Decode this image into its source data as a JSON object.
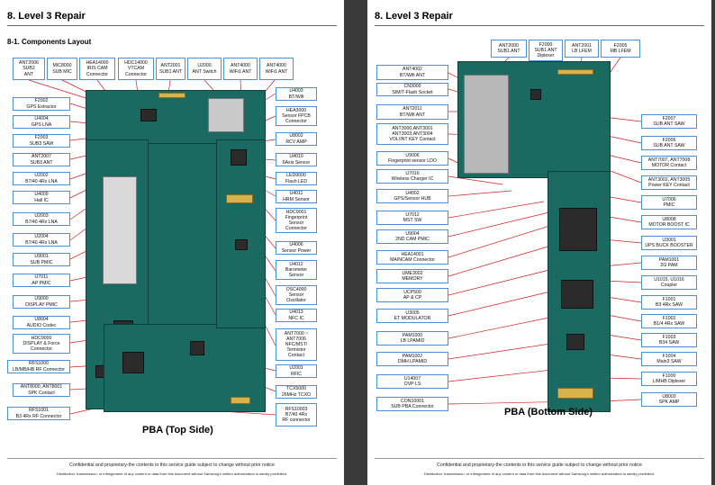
{
  "left_page": {
    "section_title": "8. Level 3 Repair",
    "subsection_title": "8-1. Components Layout",
    "caption": "PBA (Top Side)",
    "top_labels": [
      "ANT2006\nSUB2\nANT",
      "MIC8000\nSUB MIC",
      "HEA14000\nIRIS CAM\nConnector",
      "HDC14000\nVTCAM\nConnector",
      "ANT2001\nSUB1 ANT",
      "U2000\nANT Switch",
      "ANT4000\nWiFi1 ANT",
      "ANT4000\nWiFi1 ANT"
    ],
    "left_labels": [
      "F2002\nGPS Extractor",
      "U4004\nGPS LNA",
      "F2003\nSUB3 SAW",
      "ANT2007\nSUB3 ANT",
      "U2002\nB7/40 4Rx LNA",
      "U4009\nHall IC",
      "U2003\nB7/40 4Rx LNA",
      "U2004\nB7/40 4Rx LNA",
      "U9001\nSUB PMIC",
      "U7011\nAP PMIC",
      "U9000\nDISPLAY PMIC",
      "U8004\nAUDIO Codec",
      "HDC9000\nDISPLAY & Force\nConnector",
      "RFS1000\nLB/MB/HB RF Connector",
      "ANT8000, ANT8001\nSPK Contact",
      "RFS1001\nB3 4Rx RF Connector"
    ],
    "right_labels": [
      "U4003\nBT/Wifi",
      "HEA3000\nSensor FPCB\nConnector",
      "U8002\nRCV AMP",
      "U4010\n6Axis Sensor",
      "LED9000\nFlash LED",
      "U4011\nHRM Sensor",
      "HDC9001\nFingerprint\nSensor\nConnector",
      "U4006\nSensor Power",
      "U4012\nBarometer\nSensor",
      "OSC4000\nSensor\nOscillator",
      "U4013\nNFC IC",
      "ANT7000 ~\nANT7006\nNFC/MST/\nTermistor\nContact",
      "U2001\nRFIC",
      "TCX5000\n26MHz TCXO",
      "RFS10003\nB7/40 4Rx\nRF connector"
    ]
  },
  "right_page": {
    "section_title": "8. Level 3 Repair",
    "caption": "PBA (Bottom Side)",
    "top_labels": [
      "ANT2000\nSUB1 ANT",
      "F2000\nSUB1 ANT\nDiplexer",
      "ANT2001\nLB LFEM",
      "F2005\nMB LFEM"
    ],
    "left_labels": [
      "ANT4002\nBT/Wifi ANT",
      "CN3000\nSIM/T-Flash Socket",
      "ANT2011\nBT/Wifi ANT",
      "ANT3000,ANT3001\nANT3003,ANT3004\nVOL/INT KEY Contact",
      "U9006\nFingerprint sensor LDO",
      "U7016\nWireless Charger IC",
      "U4002\nGPS/Sensor HUB",
      "U7012\nMST SW",
      "U9004\n2ND CAM PMIC",
      "HEA14001\nMAINCAM Connector",
      "UME3002\nMEMORY",
      "UCP500\nAP & CP",
      "U3005\nET MODULATOR",
      "PAM1000\nLB LPAMID",
      "PAM1002\nDMH LPAMID",
      "U14007\nOVP LS",
      "CON10001\nSUB PBA Connector"
    ],
    "right_labels": [
      "F2007\nSUB ANT SAW",
      "F2006\nSUB ANT SAW",
      "ANT7007, ANT7008\nMOTOR Contact",
      "ANT3002, ANT3005\nPower KEY Contact",
      "U7006\nPMIC",
      "U8008\nMOTOR BOOST IC",
      "U3001\nUPS BUCK BOOSTER",
      "PAM1001\n2G PAM",
      "U1015, U1016\nCoupler",
      "F1001\nB3 4Rx SAW",
      "F1002\nB1/4 4Rx SAW",
      "F1003\nB34 SAW",
      "F1004\nMain3 SAW",
      "F1000\nL/MHB Diplexer",
      "U8003\nSPK AMP"
    ]
  },
  "footer": {
    "line1": "Confidential and proprietary-the contents in this service guide subject to change without prior notice",
    "line2": "Distribution, transmission, or infringement of any content or data from this document without Samsung's written authorization is strictly prohibited."
  }
}
